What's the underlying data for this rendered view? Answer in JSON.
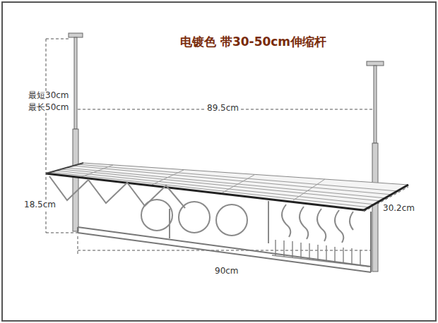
{
  "diagram": {
    "title": "电镀色 带30-50cm伸缩杆",
    "labels": [
      "最短30cm",
      "最长50cm",
      "89.5cm",
      "18.5cm",
      "30.2cm",
      "90cm"
    ]
  }
}
